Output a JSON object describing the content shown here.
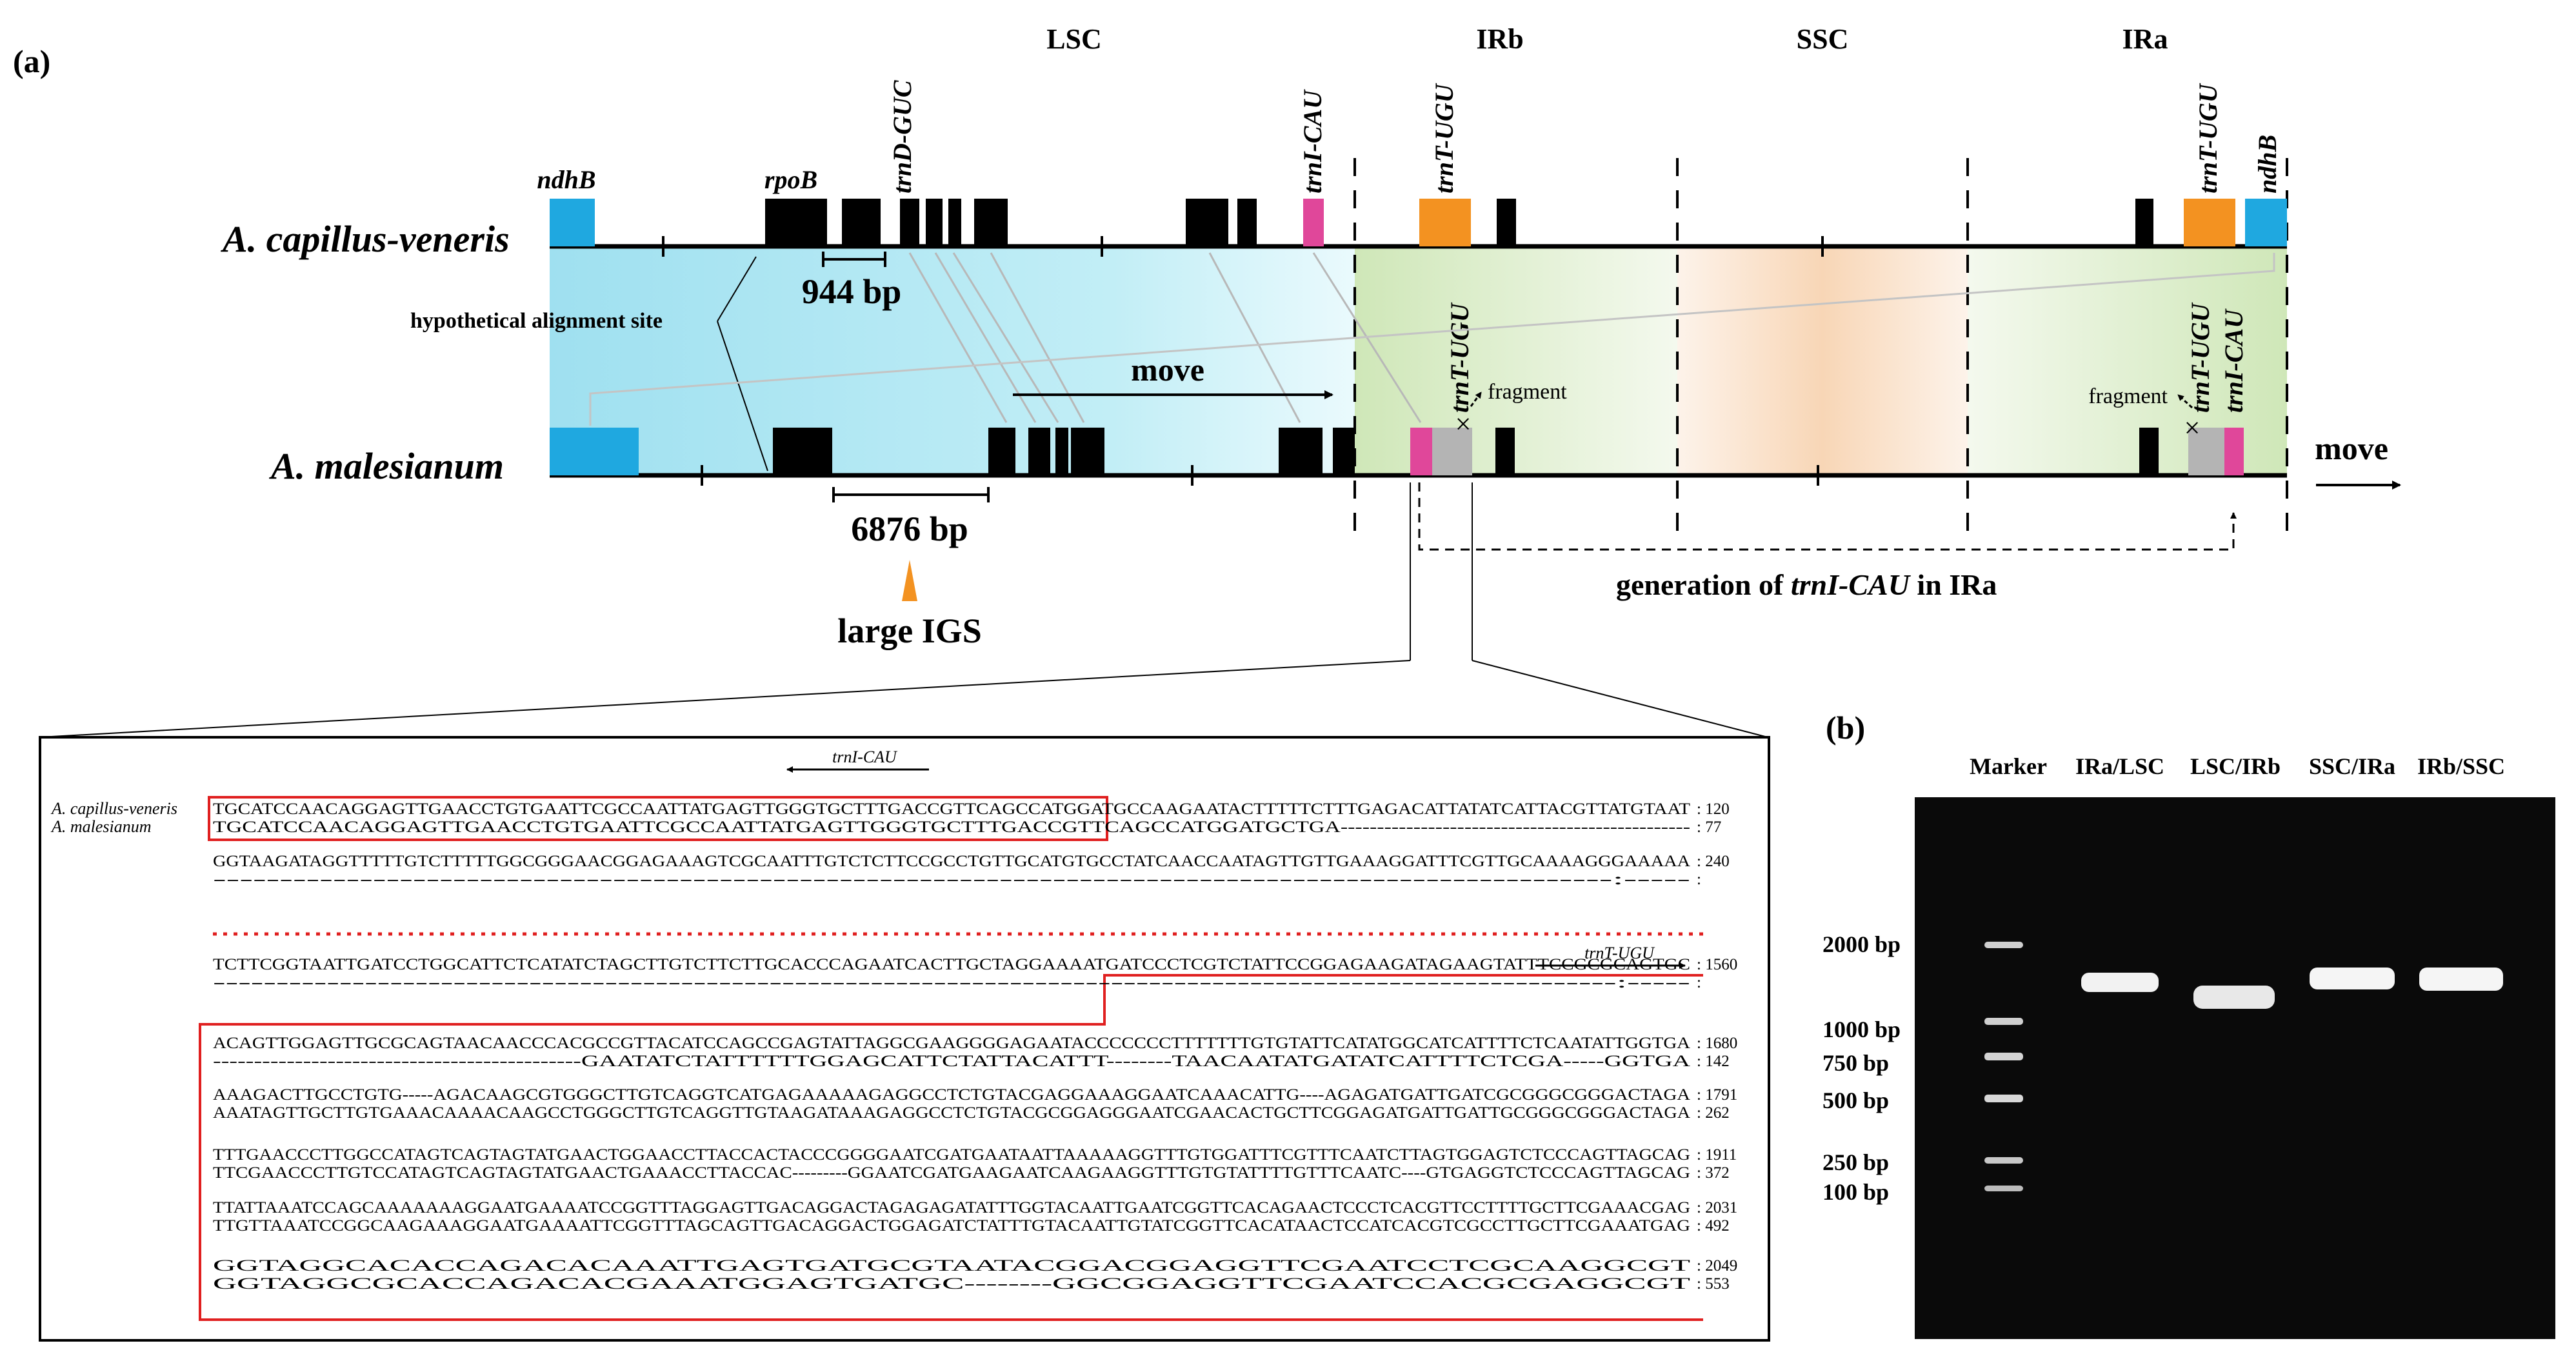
{
  "panel_a": {
    "label": "(a)",
    "regions": {
      "lsc": "LSC",
      "irb": "IRb",
      "ssc": "SSC",
      "ira": "IRa"
    },
    "species": {
      "top": "A. capillus-veneris",
      "bottom": "A. malesianum"
    },
    "genes": {
      "ndhB_left": "ndhB",
      "rpoB": "rpoB",
      "trnD": "trnD-GUC",
      "trnI_top": "trnI-CAU",
      "trnT_top_irb": "trnT-UGU",
      "trnT_top_ira": "trnT-UGU",
      "ndhB_right": "ndhB",
      "trnT_mid_irb": "trnT-UGU",
      "trnT_mid_ira": "trnT-UGU",
      "trnI_mid_ira": "trnI-CAU"
    },
    "annotations": {
      "bp944": "944 bp",
      "hyp_align": "hypothetical alignment site",
      "move_mid": "move",
      "move_right": "move",
      "fragment_left": "fragment",
      "fragment_right": "fragment",
      "bp6876": "6876 bp",
      "large_igs": "large IGS",
      "generation_prefix": "generation of ",
      "generation_gene": "trnI-CAU",
      "generation_suffix": " in IRa"
    },
    "colors": {
      "ndhB": "#1fa8e0",
      "trnI": "#e0479a",
      "trnT": "#f39221",
      "fragment": "#b4b4b4",
      "gene": "#000000",
      "lsc_shade": "#a9e3f2",
      "ir_shade": "#d5eac0",
      "ssc_shade": "#f8d9bd"
    }
  },
  "alignment": {
    "gene_labels": {
      "trnI": "trnI-CAU",
      "trnT": "trnT-UGU"
    },
    "species_labels": [
      "A. capillus-veneris",
      "A. malesianum"
    ],
    "rows": [
      {
        "top": "TGCATCCAACAGGAGTTGAACCTGTGAATTCGCCAATTATGAGTTGGGTGCTTTGACCGTTCAGCCATGGATGCCAAGAATACTTTTTCTTTGAGACATTATATCATTACGTTATGTAAT",
        "top_pos": ": 120",
        "bot": "TGCATCCAACAGGAGTTGAACCTGTGAATTCGCCAATTATGAGTTGGGTGCTTTGACCGTTCAGCCATGGATGCTGA------------------------------------------------",
        "bot_pos": ": 77"
      },
      {
        "top": "GGTAAGATAGGTTTTTGTCTTTTTGGCGGGAACGGAGAAAGTCGCAATTTGTCTCTTCCGCCTGTTGCATGTGCCTATCAACCAATAGTTGTTGAAAGGATTTCGTTGCAAAAGGGAAAAA",
        "top_pos": ": 240",
        "bot": "---------------------------------------------------------------------------------------------------------:-----",
        "bot_pos": ":"
      },
      {
        "top": "TCTTCGGTAATTGATCCTGGCATTCTCATATCTAGCTTGTCTTCTTGCACCCAGAATCACTTGCTAGGAAAATGATCCCTCGTCTATTCCGGAGAAGATAGAAGTATTTCCGCGCAGTGC",
        "top_pos": ": 1560",
        "bot": "---------------------------------------------------------------------------------------------------------------:-----",
        "bot_pos": ":"
      },
      {
        "top": "ACAGTTGGAGTTGCGCAGTAACAACCCACGCCGTTACATCCAGCCGAGTATTAGGCGAAGGGGAGAATACCCCCCCTTTTTTTGTGTATTCATATGGCATCATTTTCTCAATATTGGTGA",
        "top_pos": ": 1680",
        "bot": "---------------------------------------------GAATATCTATTTTTTGGAGCATTCTATTACATTT--------TAACAATATGATATCATTTTCTCGA-----GGTGA",
        "bot_pos": ": 142"
      },
      {
        "top": "AAAGACTTGCCTGTG-----AGACAAGCGTGGGCTTGTCAGGTCATGAGAAAAAGAGGCCTCTGTACGAGGAAAGGAATCAAACATTG----AGAGATGATTGATCGCGGGCGGGACTAGA",
        "top_pos": ": 1791",
        "bot": "AAATAGTTGCTTGTGAAACAAAACAAGCCTGGGCTTGTCAGGTTGTAAGATAAAGAGGCCTCTGTACGCGGAGGGAATCGAACACTGCTTCGGAGATGATTGATTGCGGGCGGGACTAGA",
        "bot_pos": ": 262"
      },
      {
        "top": "TTTGAACCCTTGGCCATAGTCAGTAGTATGAACTGGAACCTTACCACTACCCGGGGAATCGATGAATAATTAAAAAGGTTTGTGGATTTCGTTTCAATCTTAGTGGAGTCTCCCAGTTAGCAG",
        "top_pos": ": 1911",
        "bot": "TTCGAACCCTTGTCCATAGTCAGTAGTATGAACTGAAACCTTACCAC---------GGAATCGATGAAGAATCAAGAAGGTTTGTGTATTTTGTTTCAATC----GTGAGGTCTCCCAGTTAGCAG",
        "bot_pos": ": 372"
      },
      {
        "top": "TTATTAAATCCAGCAAAAAAAGGAATGAAAATCCGGTTTAGGAGTTGACAGGACTAGAGAGATATTTGGTACAATTGAATCGGTTCACAGAACTCCCTCACGTTCCTTTTGCTTCGAAACGAG",
        "top_pos": ": 2031",
        "bot": "TTGTTAAATCCGGCAAGAAAGGAATGAAAATTCGGTTTAGCAGTTGACAGGACTGGAGATCTATTTGTACAATTGTATCGGTTCACATAACTCCATCACGTCGCCTTGCTTCGAAATGAG",
        "bot_pos": ": 492"
      },
      {
        "top": "GGTAGGCACACCAGACACAAATTGAGTGATGCGTAATACGGACGGAGGTTCGAATCCTCGCAAGGCGT",
        "top_pos": ": 2049",
        "bot": "GGTAGGCGCACCAGACACGAAATGGAGTGATGC--------GGCGGAGGTTCGAATCCACGCGAGGCGT",
        "bot_pos": ": 553"
      }
    ]
  },
  "panel_b": {
    "label": "(b)",
    "lanes": [
      "Marker",
      "IRa/LSC",
      "LSC/IRb",
      "SSC/IRa",
      "IRb/SSC"
    ],
    "marker_sizes": [
      "2000 bp",
      "1000 bp",
      "750 bp",
      "500 bp",
      "250 bp",
      "100 bp"
    ]
  }
}
